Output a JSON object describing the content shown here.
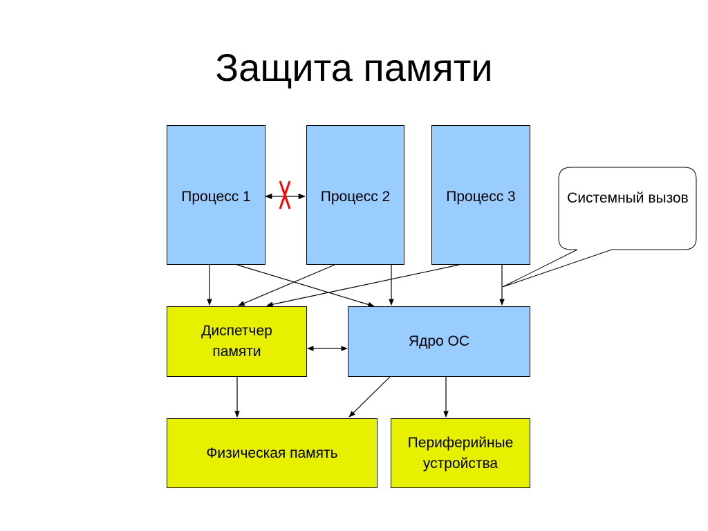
{
  "title": "Защита памяти",
  "processes": [
    "Процесс 1",
    "Процесс 2",
    "Процесс 3"
  ],
  "syscall": "Системный вызов",
  "memory_manager": "Диспетчер памяти",
  "kernel": "Ядро ОС",
  "physical_memory": "Физическая память",
  "peripherals": "Периферийные устройства",
  "colors": {
    "process_fill": "#99ccff",
    "kernel_fill": "#99ccff",
    "hardware_fill": "#e6f000",
    "blocked_mark": "#ff0000"
  }
}
